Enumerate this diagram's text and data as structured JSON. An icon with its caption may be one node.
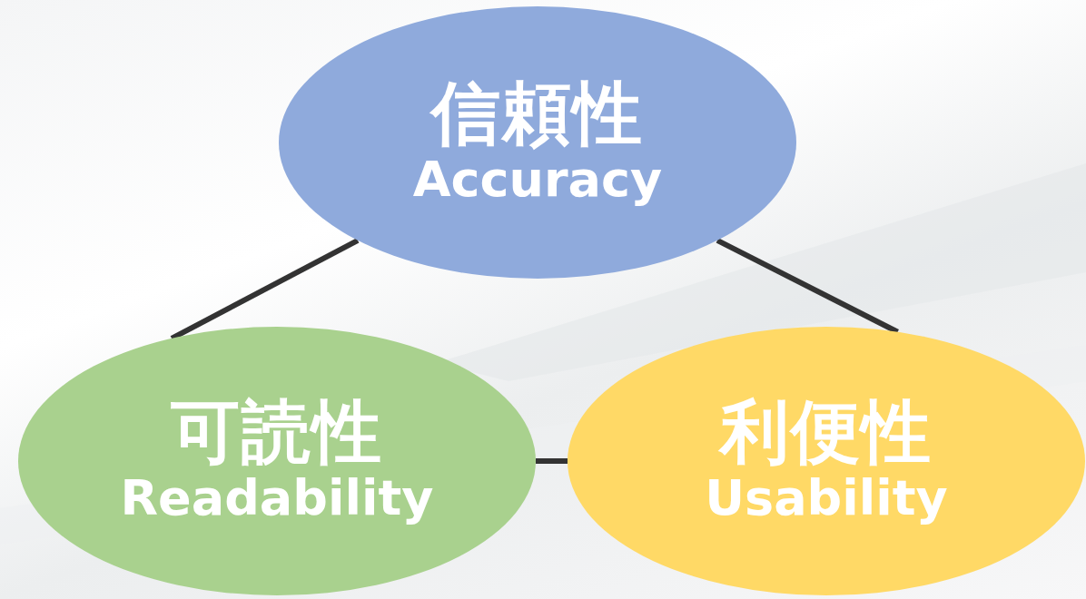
{
  "diagram": {
    "nodes": [
      {
        "text": [
          "信頼性",
          "Accuracy"
        ]
      },
      {
        "text": [
          "可読性",
          "Readability"
        ]
      },
      {
        "text": [
          "利便性",
          "Usability"
        ]
      }
    ],
    "edges": [
      {
        "from": 0,
        "to": 1,
        "arrow": "none"
      },
      {
        "from": 0,
        "to": 2,
        "arrow": "none"
      },
      {
        "from": 1,
        "to": 2,
        "arrow": "none"
      }
    ]
  }
}
